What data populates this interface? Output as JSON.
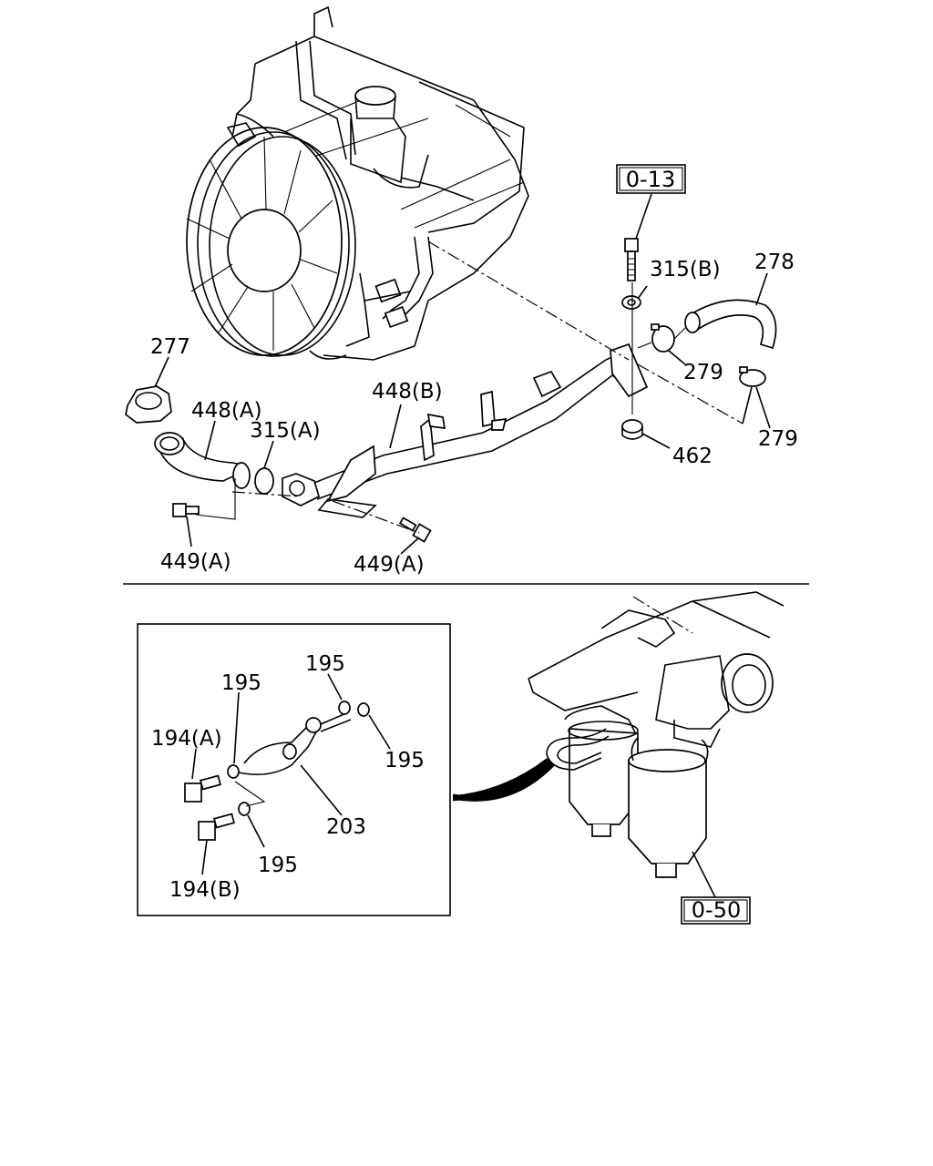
{
  "callouts": {
    "c277": "277",
    "c448a": "448(A)",
    "c315a": "315(A)",
    "c448b": "448(B)",
    "c449a_left": "449(A)",
    "c449a_right": "449(A)",
    "c315b": "315(B)",
    "c278": "278",
    "c279_top": "279",
    "c279_bottom": "279",
    "c462": "462",
    "c195_top_left": "195",
    "c195_top_right": "195",
    "c195_right": "195",
    "c195_bottom": "195",
    "c194a": "194(A)",
    "c194b": "194(B)",
    "c203": "203"
  },
  "references": {
    "ref_top": "0-13",
    "ref_bottom": "0-50"
  }
}
